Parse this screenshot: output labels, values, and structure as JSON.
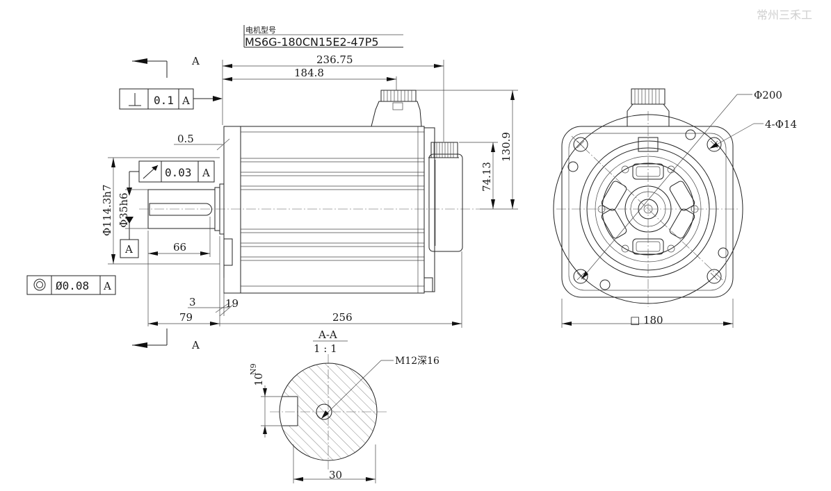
{
  "watermark": "常州三禾工",
  "model": {
    "label": "电机型号",
    "value": "MS6G-180CN15E2-47P5"
  },
  "section_marks": {
    "top": "A",
    "bottom": "A",
    "title": "A-A",
    "scale": "1 : 1"
  },
  "tolerances": {
    "perpendicularity": {
      "value": "0.1",
      "datum": "A"
    },
    "runout": {
      "value": "0.03",
      "datum": "A"
    },
    "concentricity": {
      "value": "Ø0.08",
      "datum": "A"
    },
    "datum_box": "A"
  },
  "dimensions": {
    "overall_length": "236.75",
    "body_length": "184.8",
    "flange_offset": "0.5",
    "height_130": "130.9",
    "height_74": "74.13",
    "pilot_dia": "Φ114.3h7",
    "shaft_dia": "Φ35h6",
    "shaft_key_len": "66",
    "shaft_3": "3",
    "flange_19": "19",
    "shaft_79": "79",
    "total_256": "256",
    "bolt_circle": "Φ200",
    "holes": "4-Φ14",
    "square": "□ 180",
    "key_width": "10",
    "key_tol": "N9",
    "thread": "M12深16",
    "section_dia": "30"
  }
}
